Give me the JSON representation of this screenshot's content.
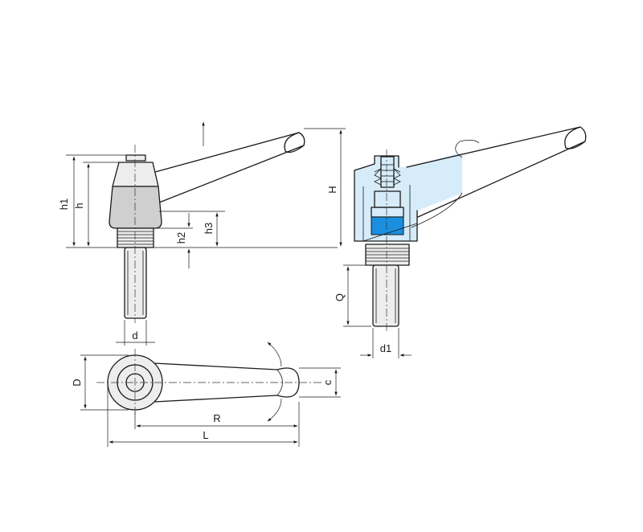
{
  "labels": {
    "h1": "h1",
    "h": "h",
    "h2": "h2",
    "h3": "h3",
    "d": "d",
    "H": "H",
    "Q": "Q",
    "d1": "d1",
    "D": "D",
    "c": "c",
    "R": "R",
    "L": "L"
  },
  "colors": {
    "section_fill": "#d6ecf8",
    "insert_blue": "#1a8fe0",
    "line": "#1a1a1a"
  }
}
